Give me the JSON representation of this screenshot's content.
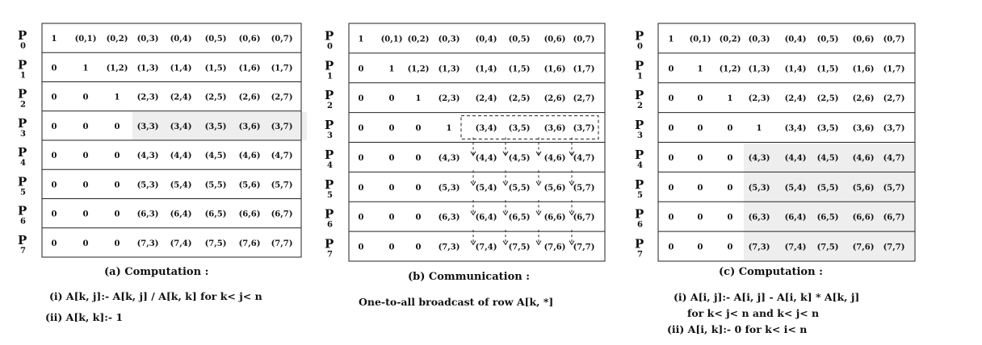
{
  "processors": [
    "P0",
    "P1",
    "P2",
    "P3",
    "P4",
    "P5",
    "P6",
    "P7"
  ],
  "panels": [
    {
      "caption": "(a) Computation :",
      "notes": [
        "(i) A[k, j]:- A[k, j] / A[k, k] for k< j< n",
        "(ii) A[k, k]:- 1"
      ],
      "rows": [
        [
          "1",
          "(0,1)",
          "(0,2)",
          "(0,3)",
          "(0,4)",
          "(0,5)",
          "(0,6)",
          "(0,7)"
        ],
        [
          "0",
          "1",
          "(1,2)",
          "(1,3)",
          "(1,4)",
          "(1,5)",
          "(1,6)",
          "(1,7)"
        ],
        [
          "0",
          "0",
          "1",
          "(2,3)",
          "(2,4)",
          "(2,5)",
          "(2,6)",
          "(2,7)"
        ],
        [
          "0",
          "0",
          "0",
          "(3,3)",
          "(3,4)",
          "(3,5)",
          "(3,6)",
          "(3,7)"
        ],
        [
          "0",
          "0",
          "0",
          "(4,3)",
          "(4,4)",
          "(4,5)",
          "(4,6)",
          "(4,7)"
        ],
        [
          "0",
          "0",
          "0",
          "(5,3)",
          "(5,4)",
          "(5,5)",
          "(5,6)",
          "(5,7)"
        ],
        [
          "0",
          "0",
          "0",
          "(6,3)",
          "(6,4)",
          "(6,5)",
          "(6,6)",
          "(6,7)"
        ],
        [
          "0",
          "0",
          "0",
          "(7,3)",
          "(7,4)",
          "(7,5)",
          "(7,6)",
          "(7,7)"
        ]
      ],
      "highlight": "row 3, columns 3-7"
    },
    {
      "caption": "(b) Communication :",
      "notes": [
        "One-to-all broadcast of row A[k, *]"
      ],
      "rows": [
        [
          "1",
          "(0,1)",
          "(0,2)",
          "(0,3)",
          "(0,4)",
          "(0,5)",
          "(0,6)",
          "(0,7)"
        ],
        [
          "0",
          "1",
          "(1,2)",
          "(1,3)",
          "(1,4)",
          "(1,5)",
          "(1,6)",
          "(1,7)"
        ],
        [
          "0",
          "0",
          "1",
          "(2,3)",
          "(2,4)",
          "(2,5)",
          "(2,6)",
          "(2,7)"
        ],
        [
          "0",
          "0",
          "0",
          "1",
          "(3,4)",
          "(3,5)",
          "(3,6)",
          "(3,7)"
        ],
        [
          "0",
          "0",
          "0",
          "(4,3)",
          "(4,4)",
          "(4,5)",
          "(4,6)",
          "(4,7)"
        ],
        [
          "0",
          "0",
          "0",
          "(5,3)",
          "(5,4)",
          "(5,5)",
          "(5,6)",
          "(5,7)"
        ],
        [
          "0",
          "0",
          "0",
          "(6,3)",
          "(6,4)",
          "(6,5)",
          "(6,6)",
          "(6,7)"
        ],
        [
          "0",
          "0",
          "0",
          "(7,3)",
          "(7,4)",
          "(7,5)",
          "(7,6)",
          "(7,7)"
        ]
      ],
      "highlight": "dashed box on row 3, columns 4-7, dashed arrows down columns 4-7"
    },
    {
      "caption": "(c) Computation :",
      "notes": [
        "(i) A[i, j]:- A[i, j] - A[i, k] * A[k, j]",
        "for k< j< n and k< j< n",
        "(ii) A[i, k]:- 0 for k< i< n"
      ],
      "rows": [
        [
          "1",
          "(0,1)",
          "(0,2)",
          "(0,3)",
          "(0,4)",
          "(0,5)",
          "(0,6)",
          "(0,7)"
        ],
        [
          "0",
          "1",
          "(1,2)",
          "(1,3)",
          "(1,4)",
          "(1,5)",
          "(1,6)",
          "(1,7)"
        ],
        [
          "0",
          "0",
          "1",
          "(2,3)",
          "(2,4)",
          "(2,5)",
          "(2,6)",
          "(2,7)"
        ],
        [
          "0",
          "0",
          "0",
          "1",
          "(3,4)",
          "(3,5)",
          "(3,6)",
          "(3,7)"
        ],
        [
          "0",
          "0",
          "0",
          "(4,3)",
          "(4,4)",
          "(4,5)",
          "(4,6)",
          "(4,7)"
        ],
        [
          "0",
          "0",
          "0",
          "(5,3)",
          "(5,4)",
          "(5,5)",
          "(5,6)",
          "(5,7)"
        ],
        [
          "0",
          "0",
          "0",
          "(6,3)",
          "(6,4)",
          "(6,5)",
          "(6,6)",
          "(6,7)"
        ],
        [
          "0",
          "0",
          "0",
          "(7,3)",
          "(7,4)",
          "(7,5)",
          "(7,6)",
          "(7,7)"
        ]
      ],
      "highlight": "rows 4-7, columns 3-7"
    }
  ],
  "colors": {
    "line": "#222222",
    "shade": "#eeeeee",
    "text": "#111111"
  }
}
